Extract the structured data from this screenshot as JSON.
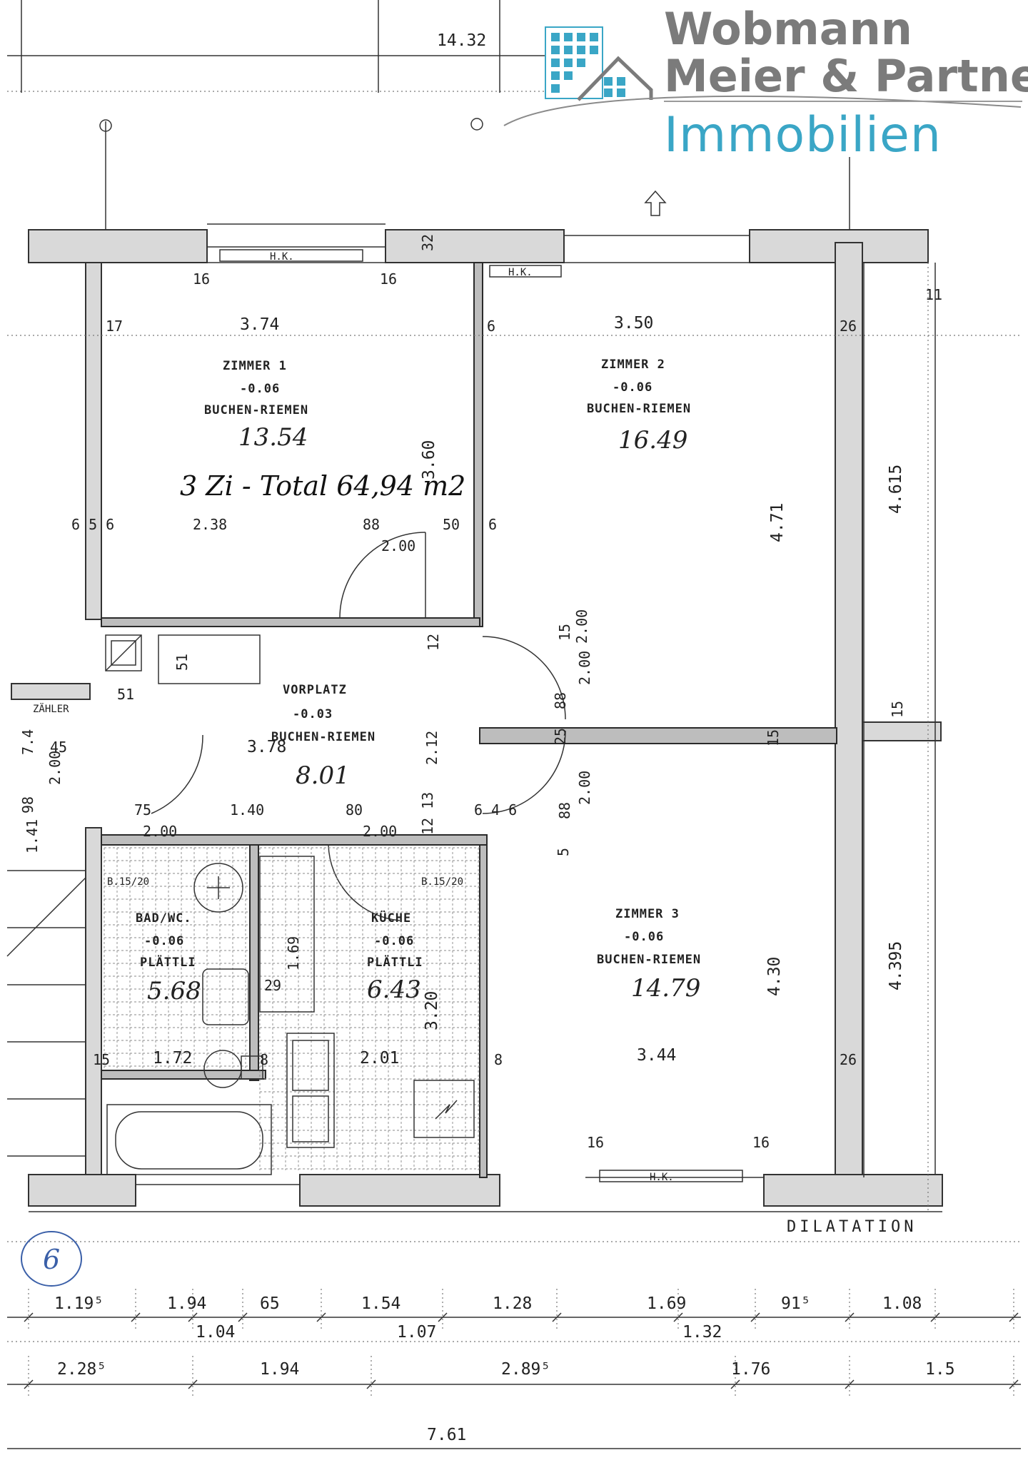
{
  "logo": {
    "line1": "Wobmann",
    "line2": "Meier & Partner",
    "line3": "Immobilien",
    "colors": {
      "text_gray": "#7b7b7b",
      "accent_blue": "#3aa6c6"
    }
  },
  "top_dimension": "14.32",
  "rooms": {
    "zimmer1": {
      "name": "ZIMMER 1",
      "level": "-0.06",
      "floor": "BUCHEN-RIEMEN",
      "area": "13.54",
      "width": "3.74",
      "depth": "3.60"
    },
    "zimmer2": {
      "name": "ZIMMER 2",
      "level": "-0.06",
      "floor": "BUCHEN-RIEMEN",
      "area": "16.49",
      "width": "3.50",
      "depth": "4.71"
    },
    "zimmer3": {
      "name": "ZIMMER 3",
      "level": "-0.06",
      "floor": "BUCHEN-RIEMEN",
      "area": "14.79",
      "width": "3.44",
      "depth": "4.30"
    },
    "vorplatz": {
      "name": "VORPLATZ",
      "level": "-0.03",
      "floor": "BUCHEN-RIEMEN",
      "area": "8.01",
      "width": "3.78"
    },
    "bad": {
      "name": "BAD/WC.",
      "level": "-0.06",
      "floor": "PLÄTTLI",
      "area": "5.68",
      "width": "1.72"
    },
    "kueche": {
      "name": "KÜCHE",
      "level": "-0.06",
      "floor": "PLÄTTLI",
      "area": "6.43",
      "width": "2.01",
      "depth": "3.20"
    }
  },
  "total_note": "3 Zi - Total 64,94 m2",
  "labels": {
    "hk": "H.K.",
    "zaehler": "ZÄHLER",
    "dilatation": "DILATATION",
    "circle_number": "6",
    "b_left": "B.15/20",
    "b_right": "B.15/20"
  },
  "interior_dims": {
    "d_17": "17",
    "d_6a": "6",
    "d_6b": "6",
    "d_26a": "26",
    "d_26b": "26",
    "d_16a": "16",
    "d_16b": "16",
    "d_16c": "16",
    "d_16d": "16",
    "d_32": "32",
    "d_238": "2.38",
    "d_88a": "88",
    "d_200a": "2.00",
    "d_50": "50",
    "d_656": "6 5 6",
    "d_12": "12",
    "d_51a": "51",
    "d_51b": "51",
    "d_15a": "15",
    "d_15b": "15",
    "d_15c": "15",
    "d_15d": "15",
    "d_200b": "2.00",
    "d_88b": "88",
    "d_25": "25",
    "d_212": "2.12",
    "d_75": "75",
    "d_200c": "2.00",
    "d_140": "1.40",
    "d_80": "80",
    "d_200d": "2.00",
    "d_1213": "12 13",
    "d_646": "6 4 6",
    "d_88c": "88",
    "d_200e": "2.00",
    "d_5": "5",
    "d_200f": "2.00",
    "d_200g": "2.00",
    "d_98": "98",
    "d_45": "45",
    "d_74": "7.4",
    "d_141": "1.41",
    "d_8a": "8",
    "d_8b": "8",
    "d_169": "1.69",
    "d_29": "29",
    "d_4615": "4.615",
    "d_4395": "4.395",
    "d_11": "11"
  },
  "bottom_dims_row1": [
    "1.19⁵",
    "1.94",
    "65",
    "1.54",
    "1.28",
    "1.69",
    "91⁵",
    "1.08"
  ],
  "bottom_dims_row1b": [
    "1.04",
    "1.07",
    "1.32"
  ],
  "bottom_dims_row2": [
    "2.28⁵",
    "1.94",
    "2.89⁵",
    "1.76",
    "1.5"
  ],
  "bottom_total": "7.61"
}
